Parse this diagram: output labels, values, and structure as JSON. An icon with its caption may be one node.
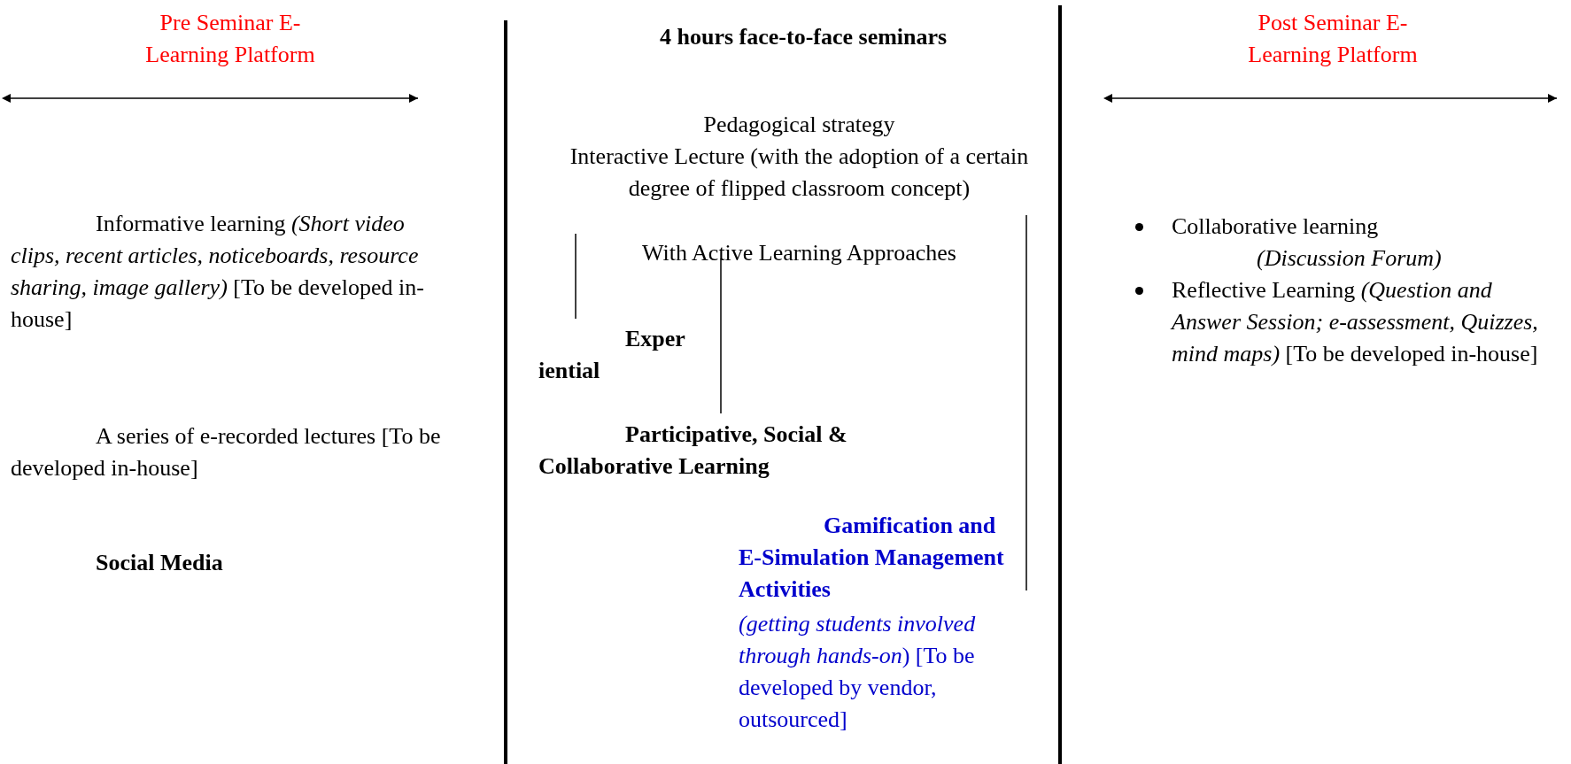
{
  "diagram": {
    "labels": [
      "Pre Seminar E- Learning Platform",
      "4 hours face-to-face seminars",
      "Post Seminar E- Learning Platform",
      "Informative learning *(Short video clips, recent articles, noticeboards, resource sharing, image gallery)* [To be developed in-house]",
      "A series of e-recorded lectures [To be developed in-house]",
      "Social Media",
      "Pedagogical strategy",
      "Interactive Lecture (with the adoption of a certain degree of flipped classroom concept)",
      "With Active Learning Approaches",
      "Exper iential",
      "Participative, Social & Collaborative Learning",
      "Gamification and E-Simulation Management Activities",
      "*(getting students involved through hands-on*) [To be developed by vendor, outsourced]",
      "Collaborative learning *(Discussion Forum)*",
      "Reflective Learning *(Question and Answer Session; e-assessment, Quizzes, mind maps)* [To be developed in-house]"
    ]
  }
}
